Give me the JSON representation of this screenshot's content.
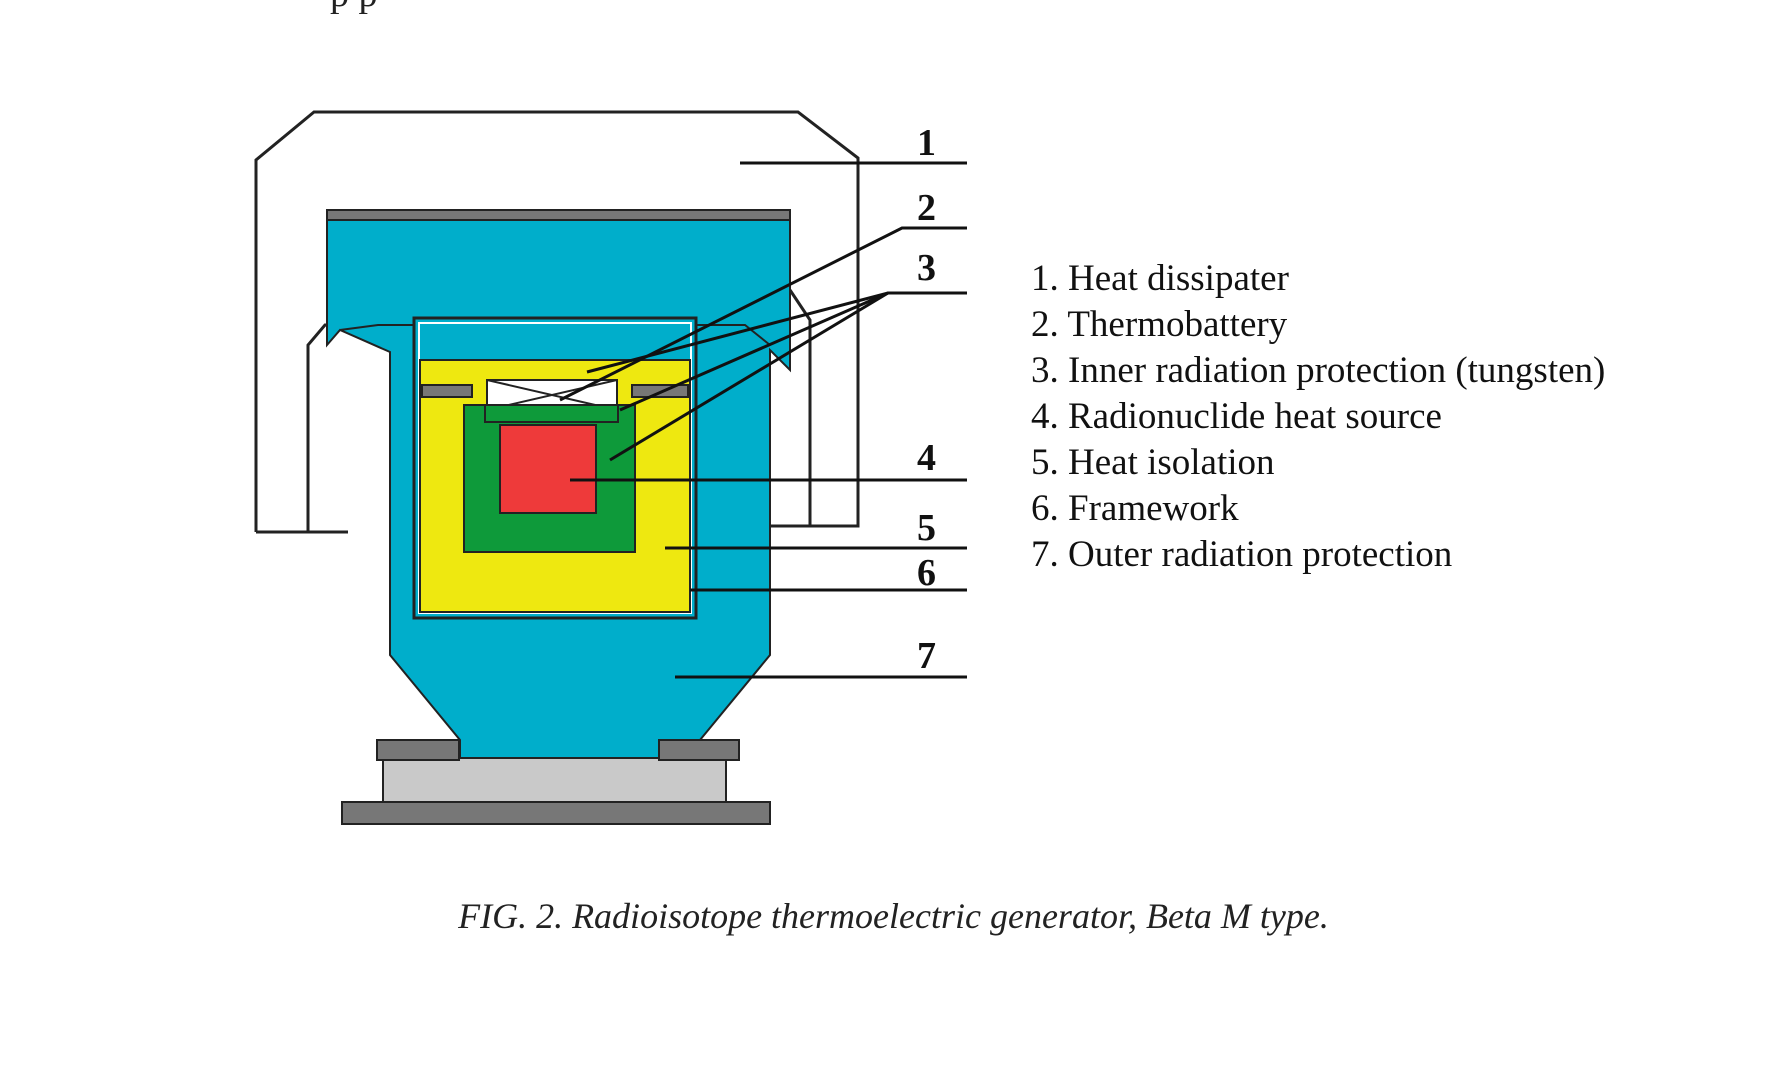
{
  "top_fragment": "p          p",
  "callouts": [
    "1",
    "2",
    "3",
    "4",
    "5",
    "6",
    "7"
  ],
  "legend": [
    "1. Heat dissipater",
    "2. Thermobattery",
    "3. Inner radiation protection (tungsten)",
    "4. Radionuclide heat source",
    "5. Heat isolation",
    "6. Framework",
    "7. Outer radiation protection"
  ],
  "caption": "FIG. 2.  Radioisotope thermoelectric generator, Beta M type.",
  "colors": {
    "outer_protection": "#00AECB",
    "heat_isolation": "#EEE810",
    "inner_protection": "#0E9A3A",
    "heat_source": "#EE3A3A",
    "base_light": "#C9C9C9",
    "base_dark": "#777777",
    "outline": "#222222"
  }
}
